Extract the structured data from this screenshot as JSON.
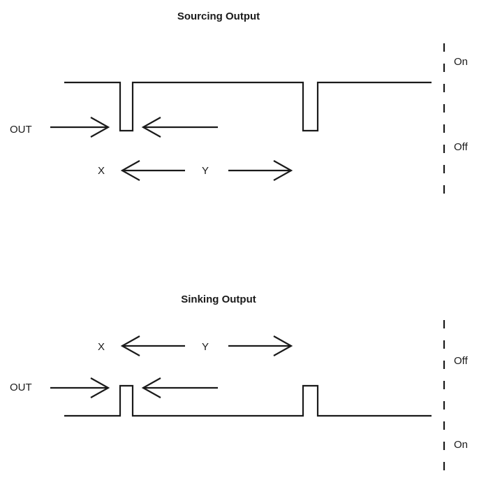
{
  "sourcing": {
    "title": "Sourcing Output",
    "out_label": "OUT",
    "x_label": "X",
    "y_label": "Y",
    "on_label": "On",
    "off_label": "Off"
  },
  "sinking": {
    "title": "Sinking Output",
    "out_label": "OUT",
    "x_label": "X",
    "y_label": "Y",
    "off_label": "Off",
    "on_label": "On"
  }
}
